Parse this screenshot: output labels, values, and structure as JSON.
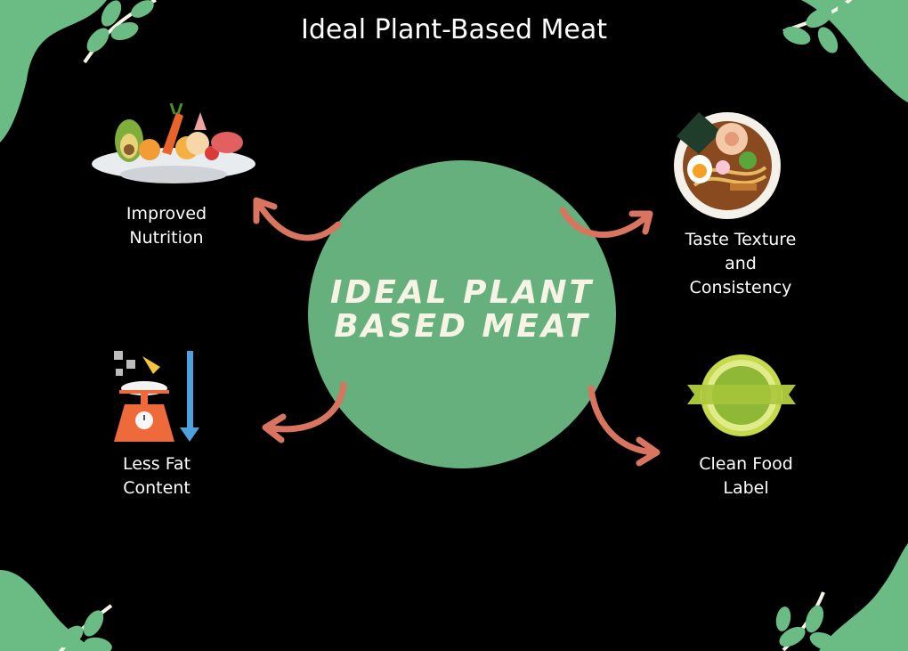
{
  "title": "Ideal Plant-Based Meat",
  "center": {
    "line1": "Ideal Plant",
    "line2": "Based Meat"
  },
  "nodes": {
    "nutrition": {
      "line1": "Improved",
      "line2": "Nutrition",
      "icon": "food-plate-icon"
    },
    "taste": {
      "line1": "Taste Texture",
      "line2": "and",
      "line3": "Consistency",
      "icon": "ramen-bowl-icon"
    },
    "fat": {
      "line1": "Less Fat",
      "line2": "Content",
      "icon": "weighing-scale-icon"
    },
    "label": {
      "line1": "Clean Food",
      "line2": "Label",
      "icon": "badge-seal-icon"
    }
  },
  "colors": {
    "background": "#000000",
    "circle": "#66b07e",
    "arrow": "#d9745f",
    "leaf": "#6abb84"
  }
}
